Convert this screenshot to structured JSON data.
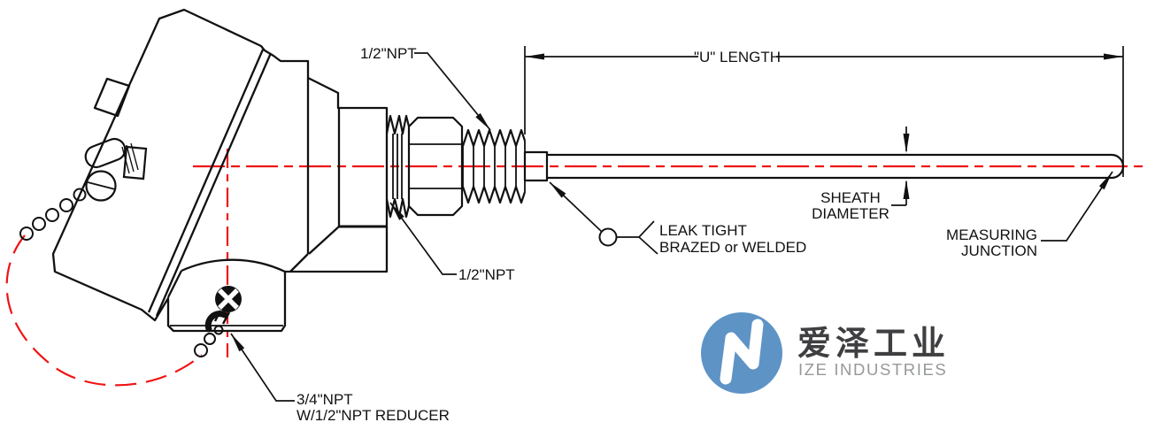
{
  "drawing": {
    "title": "thermocouple-assembly-technical-drawing",
    "labels": {
      "npt_top": "1/2\"NPT",
      "npt_bottom": "1/2\"NPT",
      "u_length": "\"U\" LENGTH",
      "sheath_diameter_line1": "SHEATH",
      "sheath_diameter_line2": "DIAMETER",
      "measuring_junction_line1": "MEASURING",
      "measuring_junction_line2": "JUNCTION",
      "leak_tight_line1": "LEAK TIGHT",
      "leak_tight_line2": "BRAZED or WELDED",
      "reducer_line1": "3/4\"NPT",
      "reducer_line2": "W/1/2\"NPT REDUCER"
    },
    "colors": {
      "line": "#111111",
      "centerline_red": "#ee1414",
      "logo_blue": "#5e93c6",
      "logo_text_dark": "#3f3f41",
      "logo_text_gray": "#97989a"
    }
  },
  "logo": {
    "cjk": "爱泽工业",
    "latin": "IZE INDUSTRIES"
  }
}
